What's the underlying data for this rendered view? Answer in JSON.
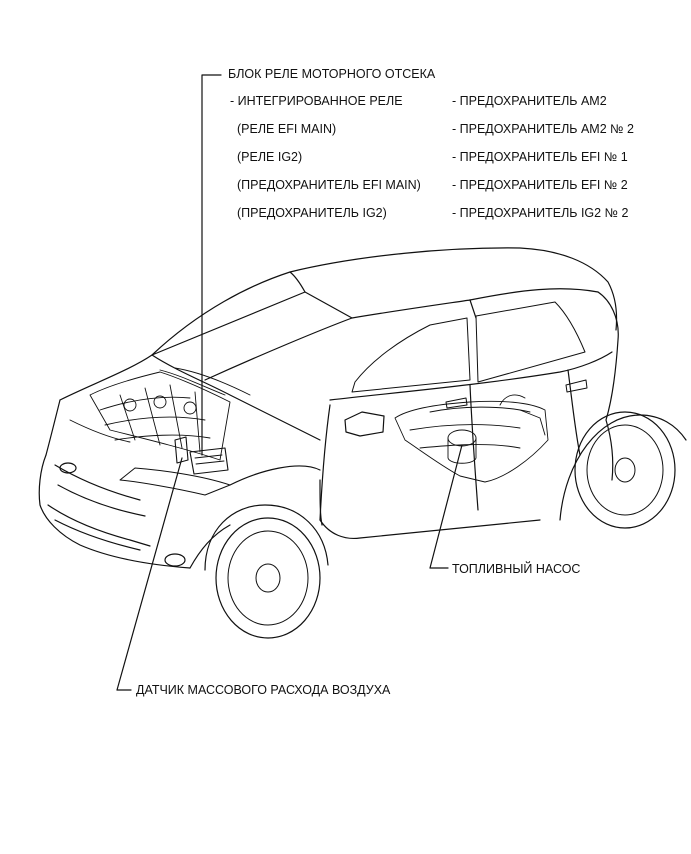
{
  "relay_block": {
    "title": "БЛОК РЕЛЕ МОТОРНОГО ОТСЕКА",
    "left_items": [
      "- ИНТЕГРИРОВАННОЕ РЕЛЕ",
      "(РЕЛЕ EFI MAIN)",
      "(РЕЛЕ IG2)",
      "(ПРЕДОХРАНИТЕЛЬ EFI MAIN)",
      "(ПРЕДОХРАНИТЕЛЬ IG2)"
    ],
    "right_items": [
      "- ПРЕДОХРАНИТЕЛЬ AM2",
      "- ПРЕДОХРАНИТЕЛЬ AM2 № 2",
      "- ПРЕДОХРАНИТЕЛЬ EFI № 1",
      "- ПРЕДОХРАНИТЕЛЬ EFI № 2",
      "- ПРЕДОХРАНИТЕЛЬ IG2 № 2"
    ]
  },
  "callouts": {
    "fuel_pump": "ТОПЛИВНЫЙ НАСОС",
    "maf_sensor": "ДАТЧИК МАССОВОГО РАСХОДА ВОЗДУХА"
  }
}
